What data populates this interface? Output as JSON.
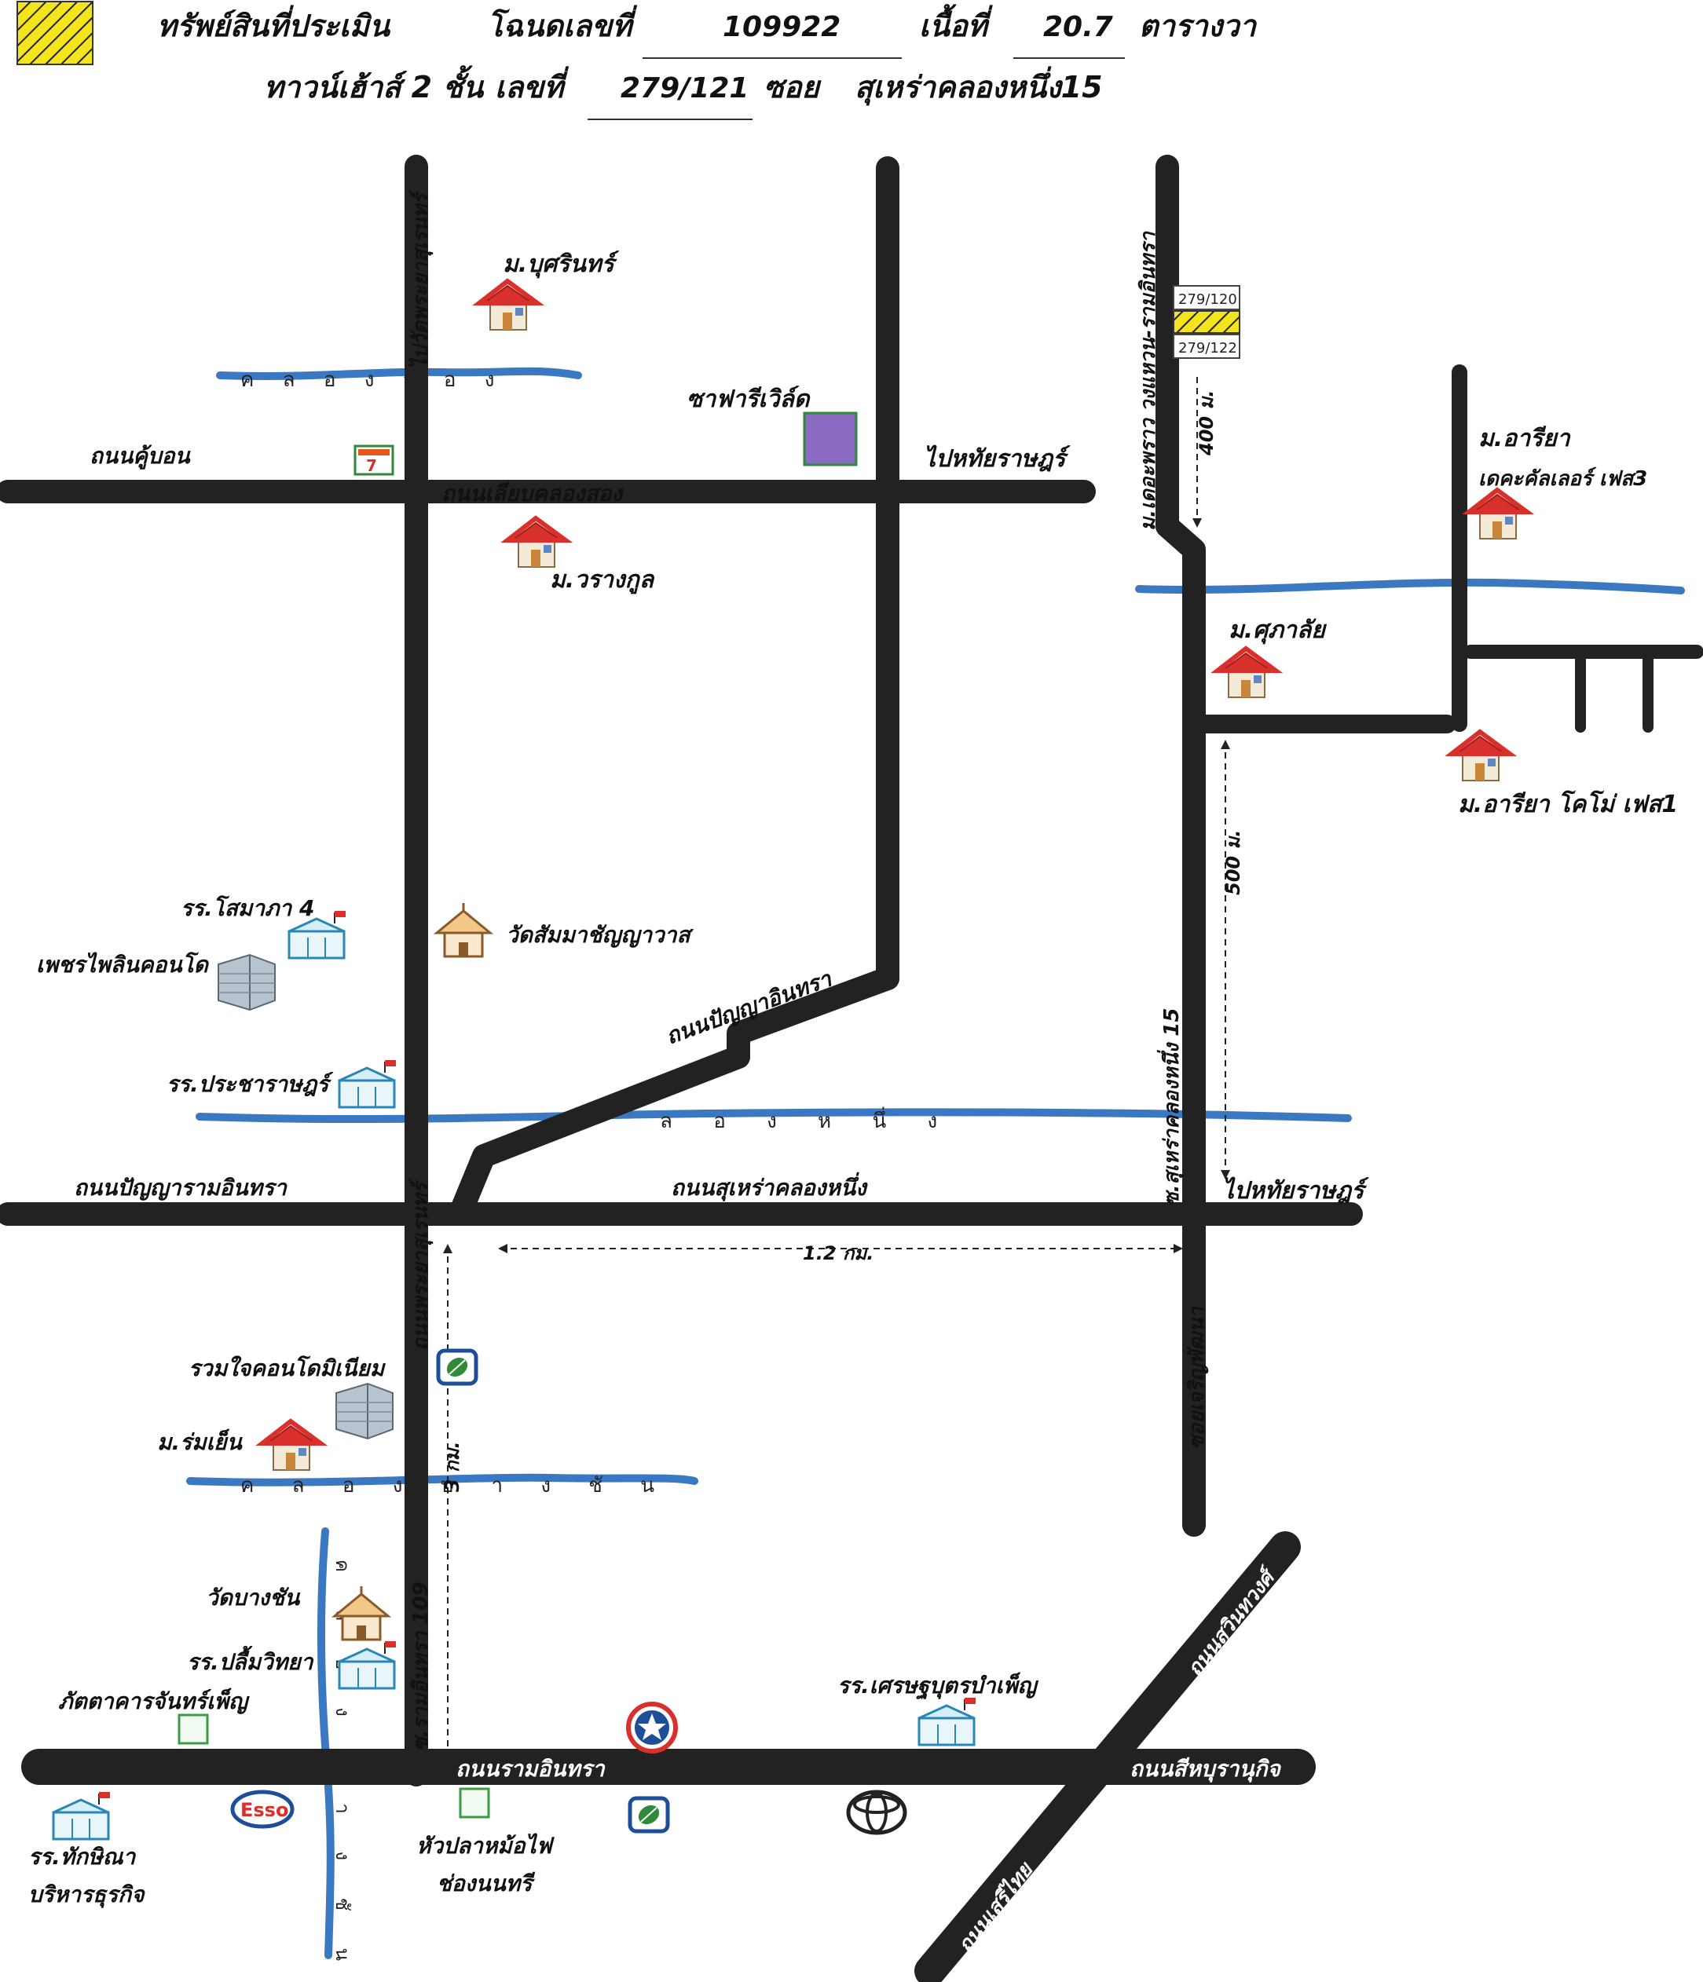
{
  "header": {
    "asset_label": "ทรัพย์สินที่ประเมิน",
    "deed_label": "โฉนดเลขที่",
    "deed_no": "109922",
    "area_label": "เนื้อที่",
    "area_value": "20.7",
    "area_unit": "ตารางวา",
    "house_type": "ทาวน์เฮ้าส์ 2 ชั้น",
    "number_label": "เลขที่",
    "house_no": "279/121",
    "soi_label": "ซอย",
    "soi_name": "สุเหร่าคลองหนึ่ง15"
  },
  "roads": {
    "khu_bon": "ถนนคู้บอน",
    "liap_khlong_song": "ถนนเลียบคลองสอง",
    "to_thai_rat_top": "ไปหทัยราษฎร์",
    "phraya_suren_top": "ไปวัดพระยาสุเรนทร์",
    "panya_inthra": "ถนนปัญญาอินทรา",
    "panya_ram_inthra": "ถนนปัญญารามอินทรา",
    "surao_khlong_nueng": "ถนนสุเหร่าคลองหนึ่ง",
    "to_thai_rat_right": "ไปหทัยราษฎร์",
    "phraya_suren": "ถนนพระยาสุเรนทร์",
    "soi_surao_15": "ซ.สุเหร่าคลองหนึ่ง 15",
    "soi_charoen_phatthana": "ซอยเจริญพัฒนา",
    "ram_inthra_109": "ซ.รามอินทรา 109",
    "ram_inthra": "ถนนรามอินทรา",
    "si_burapha": "ถนนสีหบุรานุกิจ",
    "suwinthawong": "ถนนสุวินทวงศ์",
    "seri_thai": "ถนนเสรีไทย",
    "wongwaen": "ม.เดอะพราว วงแหวน-รามอินทรา"
  },
  "canals": {
    "khlong_song": "ค ล อ ง ส อ ง",
    "khlong_nueng": "ล อ ง ห นึ่ ง",
    "khlong_bang_chan": "ค ล อ ง บ า ง ชั น",
    "khlong_vertical": "ค ล อ ง บ า ง ชั น"
  },
  "places": {
    "busarin": "ม.บุศรินทร์",
    "safari": "ซาฟารีเวิล์ด",
    "warangkul": "ม.วรางกูล",
    "ariya_decor": "ม.อารียา",
    "ariya_decor2": "เดคะคัลเลอร์ เฟส3",
    "supalai": "ม.ศุภาลัย",
    "ariya_como": "ม.อารียา โคโม่ เฟส1",
    "sommapha": "รร.โสมาภา 4",
    "petch_pailin": "เพชรไพลินคอนโด",
    "wat_sammachanyawat": "วัดสัมมาชัญญาวาส",
    "pracharat": "รร.ประชาราษฎร์",
    "ruamjai": "รวมใจคอนโดมิเนียม",
    "romyen": "ม.ร่มเย็น",
    "wat_bang_chan": "วัดบางชัน",
    "pleum_witthaya": "รร.ปลื้มวิทยา",
    "restaurant_chanphen": "ภัตตาคารจันทร์เพ็ญ",
    "setthabut": "รร.เศรษฐบุตรบำเพ็ญ",
    "thaksina": "รร.ทักษิณา",
    "thaksina2": "บริหารธุรกิจ",
    "huaplamofai": "หัวปลาหม้อไฟ",
    "huaplamofai2": "ช่องนนทรี",
    "esso": "Esso"
  },
  "plots": {
    "neighbor_a": "279/120",
    "neighbor_b": "279/122"
  },
  "distances": {
    "d400": "400 ม.",
    "d500": "500 ม.",
    "d1_2": "1.2 กม.",
    "d3": "3 กม."
  },
  "colors": {
    "road": "#222222",
    "canal": "#3b78c2",
    "subject_fill": "#f2e21a",
    "safari": "#8a6ac2"
  }
}
